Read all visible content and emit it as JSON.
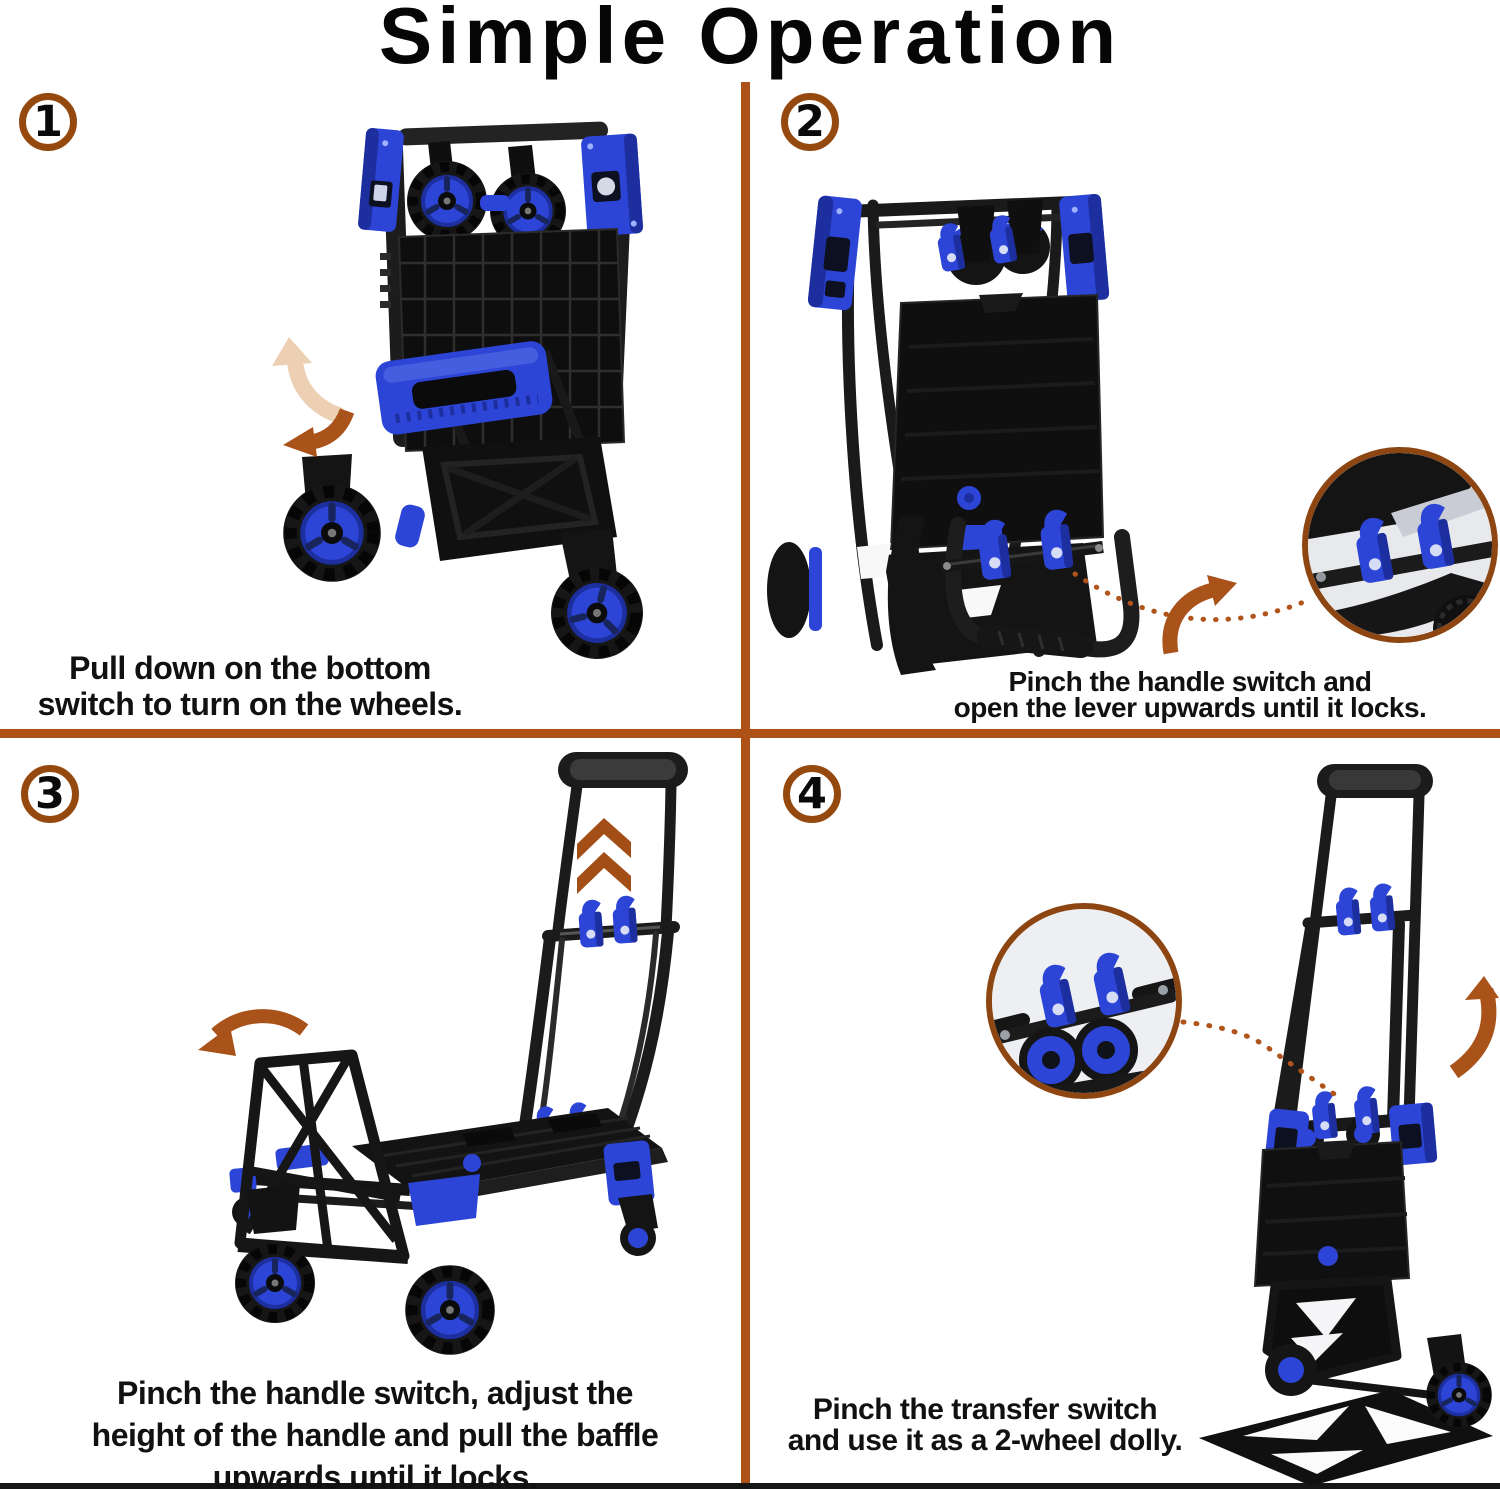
{
  "title": "Simple Operation",
  "steps": [
    {
      "number": "1",
      "lines": [
        "Pull down on the bottom",
        "switch to turn on the wheels."
      ]
    },
    {
      "number": "2",
      "lines": [
        "Pinch the handle switch and",
        "open the lever upwards until it locks."
      ]
    },
    {
      "number": "3",
      "lines": [
        "Pinch the handle switch, adjust the",
        "height of the handle and pull the baffle",
        "upwards until it locks."
      ]
    },
    {
      "number": "4",
      "lines": [
        "Pinch the transfer switch",
        "and use it as a 2-wheel dolly."
      ]
    }
  ],
  "colors": {
    "divider": "#ae5116",
    "badge_ring": "#96490f",
    "arrow_dark": "#a9531b",
    "arrow_light": "#edd0b4",
    "dotted_connector": "#b0541c",
    "chevron": "#a34e17",
    "product_blue": "#2c45d6",
    "product_black": "#141414",
    "text": "#111111",
    "background": "#ffffff"
  },
  "icons": {
    "step_badges": [
      "circled-1",
      "circled-2",
      "circled-3",
      "circled-4"
    ],
    "rotate_arrow": "curved-arrow",
    "handle_extend": "double-chevron-up",
    "detail_magnifier": "zoom-circle",
    "connector": "dotted-line"
  }
}
